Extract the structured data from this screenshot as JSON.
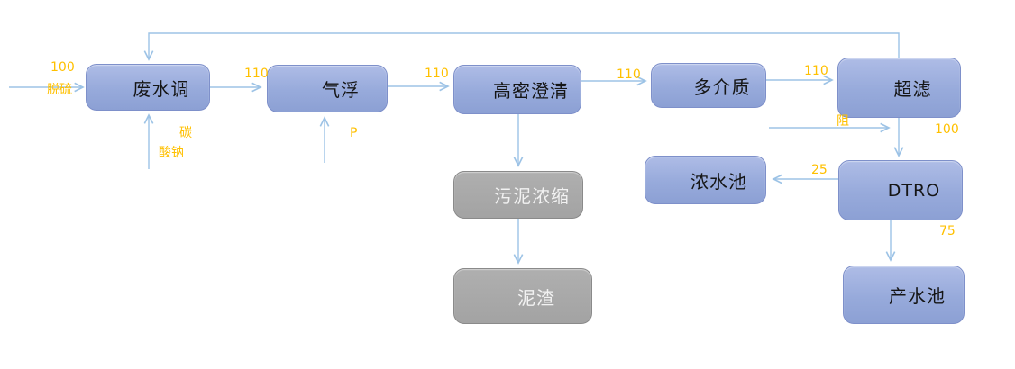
{
  "diagram": {
    "type": "process-flow",
    "nodes": {
      "wastewater_adjust": "废水调",
      "air_flotation": "气浮",
      "high_density_clarifier": "高密澄清",
      "multi_media": "多介质",
      "ultrafiltration": "超滤",
      "dtro": "DTRO",
      "concentrate_pool": "浓水池",
      "product_pool": "产水池",
      "sludge_thickening": "污泥浓缩",
      "sludge_residue": "泥渣"
    },
    "flow_labels": {
      "influent_flow": "100",
      "influent_name": "脱硫",
      "soda_line1": "碳",
      "soda_line2": "酸钠",
      "ww_to_flotation": "110",
      "dosing_p": "P",
      "flotation_to_clarifier": "110",
      "clarifier_to_media": "110",
      "media_to_uf": "110",
      "antiscalant": "阻",
      "uf_to_dtro": "100",
      "dtro_to_concentrate": "25",
      "dtro_to_product": "75"
    },
    "colors": {
      "node_fill": "#97AADB",
      "node_border": "#7E90CA",
      "gray_node_fill": "#A6A6A6",
      "gray_node_border": "#8A8A8A",
      "connector": "#9DC3E6",
      "flow_label": "#FFC000",
      "node_text": "#151515",
      "gray_node_text": "#F2F2F2",
      "background": "#FFFFFF"
    }
  }
}
